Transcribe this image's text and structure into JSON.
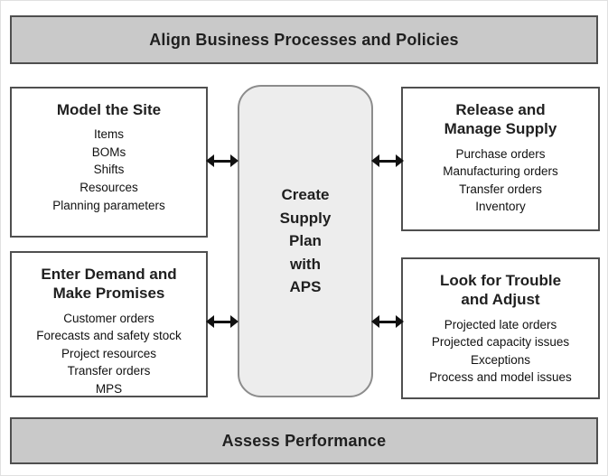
{
  "colors": {
    "banner_bg": "#c9c9c9",
    "box_bg": "#ffffff",
    "box_border": "#4f4f4f",
    "center_bg": "#ededed",
    "center_border": "#8c8c8c",
    "arrow": "#111111",
    "text": "#1f1f1f"
  },
  "icons": {
    "double_arrow": "left-right-double-arrow"
  },
  "banners": {
    "top": "Align Business Processes and Policies",
    "bottom": "Assess Performance"
  },
  "center": {
    "title": "Create\nSupply\nPlan\nwith\nAPS"
  },
  "boxes": {
    "model_site": {
      "title": "Model the Site",
      "items": [
        "Items",
        "BOMs",
        "Shifts",
        "Resources",
        "Planning parameters"
      ]
    },
    "release_supply": {
      "title": "Release and\nManage Supply",
      "items": [
        "Purchase orders",
        "Manufacturing orders",
        "Transfer orders",
        "Inventory"
      ]
    },
    "enter_demand": {
      "title": "Enter Demand and\nMake Promises",
      "items": [
        "Customer orders",
        "Forecasts and safety stock",
        "Project resources",
        "Transfer orders",
        "MPS"
      ]
    },
    "look_trouble": {
      "title": "Look for Trouble\nand Adjust",
      "items": [
        "Projected late orders",
        "Projected capacity issues",
        "Exceptions",
        "Process and model issues"
      ]
    }
  }
}
